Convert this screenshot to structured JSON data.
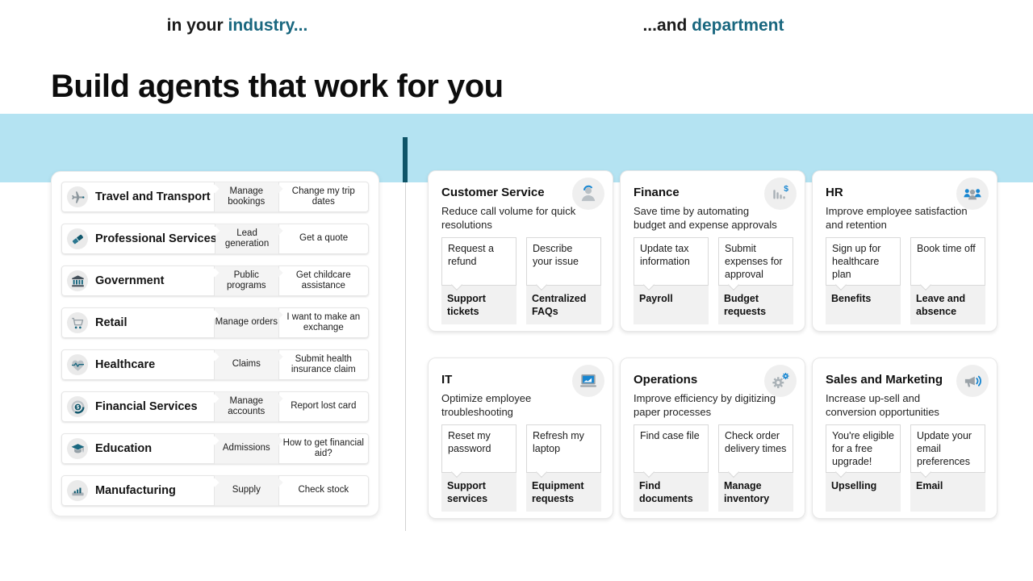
{
  "title": "Build agents that work for you",
  "band": {
    "left_prefix": "in your ",
    "left_accent": "industry...",
    "right_prefix": "...and ",
    "right_accent": "department",
    "bg_color": "#b4e3f2",
    "accent_color": "#19677f",
    "divider_color": "#0e5468"
  },
  "industries": [
    {
      "name": "Travel and Transport",
      "icon": "airplane-icon",
      "chip1": "Manage bookings",
      "chip2": "Change my trip dates"
    },
    {
      "name": "Professional Services",
      "icon": "handshake-icon",
      "chip1": "Lead generation",
      "chip2": "Get a quote"
    },
    {
      "name": "Government",
      "icon": "bank-icon",
      "chip1": "Public programs",
      "chip2": "Get childcare assistance"
    },
    {
      "name": "Retail",
      "icon": "shopping-cart-icon",
      "chip1": "Manage orders",
      "chip2": "I want to make an exchange"
    },
    {
      "name": "Healthcare",
      "icon": "heart-pulse-icon",
      "chip1": "Claims",
      "chip2": "Submit health insurance claim"
    },
    {
      "name": "Financial Services",
      "icon": "coin-icon",
      "chip1": "Manage accounts",
      "chip2": "Report lost card"
    },
    {
      "name": "Education",
      "icon": "graduation-cap-icon",
      "chip1": "Admissions",
      "chip2": "How to get financial aid?"
    },
    {
      "name": "Manufacturing",
      "icon": "factory-bars-icon",
      "chip1": "Supply",
      "chip2": "Check stock"
    }
  ],
  "departments": [
    {
      "name": "Customer Service",
      "icon": "person-headset-icon",
      "description": "Reduce call volume for quick resolutions",
      "bubbles": [
        "Request a refund",
        "Describe your issue"
      ],
      "tags": [
        "Support tickets",
        "Centralized FAQs"
      ]
    },
    {
      "name": "Finance",
      "icon": "bar-chart-dollar-icon",
      "description": "Save time by automating budget and expense approvals",
      "bubbles": [
        "Update tax information",
        "Submit expenses for approval"
      ],
      "tags": [
        "Payroll",
        "Budget requests"
      ]
    },
    {
      "name": "HR",
      "icon": "people-group-icon",
      "description": "Improve employee satisfaction and retention",
      "bubbles": [
        "Sign up for healthcare plan",
        "Book time off"
      ],
      "tags": [
        "Benefits",
        "Leave and absence"
      ]
    },
    {
      "name": "IT",
      "icon": "monitor-chart-icon",
      "description": "Optimize employee troubleshooting",
      "bubbles": [
        "Reset my password",
        "Refresh my laptop"
      ],
      "tags": [
        "Support services",
        "Equipment requests"
      ]
    },
    {
      "name": "Operations",
      "icon": "gears-icon",
      "description": "Improve efficiency by digitizing paper processes",
      "bubbles": [
        "Find case file",
        "Check order delivery times"
      ],
      "tags": [
        "Find documents",
        "Manage inventory"
      ]
    },
    {
      "name": "Sales and Marketing",
      "icon": "megaphone-icon",
      "description": "Increase up-sell and conversion opportunities",
      "bubbles": [
        "You're eligible for a free upgrade!",
        "Update your email preferences"
      ],
      "tags": [
        "Upselling",
        "Email"
      ]
    }
  ]
}
